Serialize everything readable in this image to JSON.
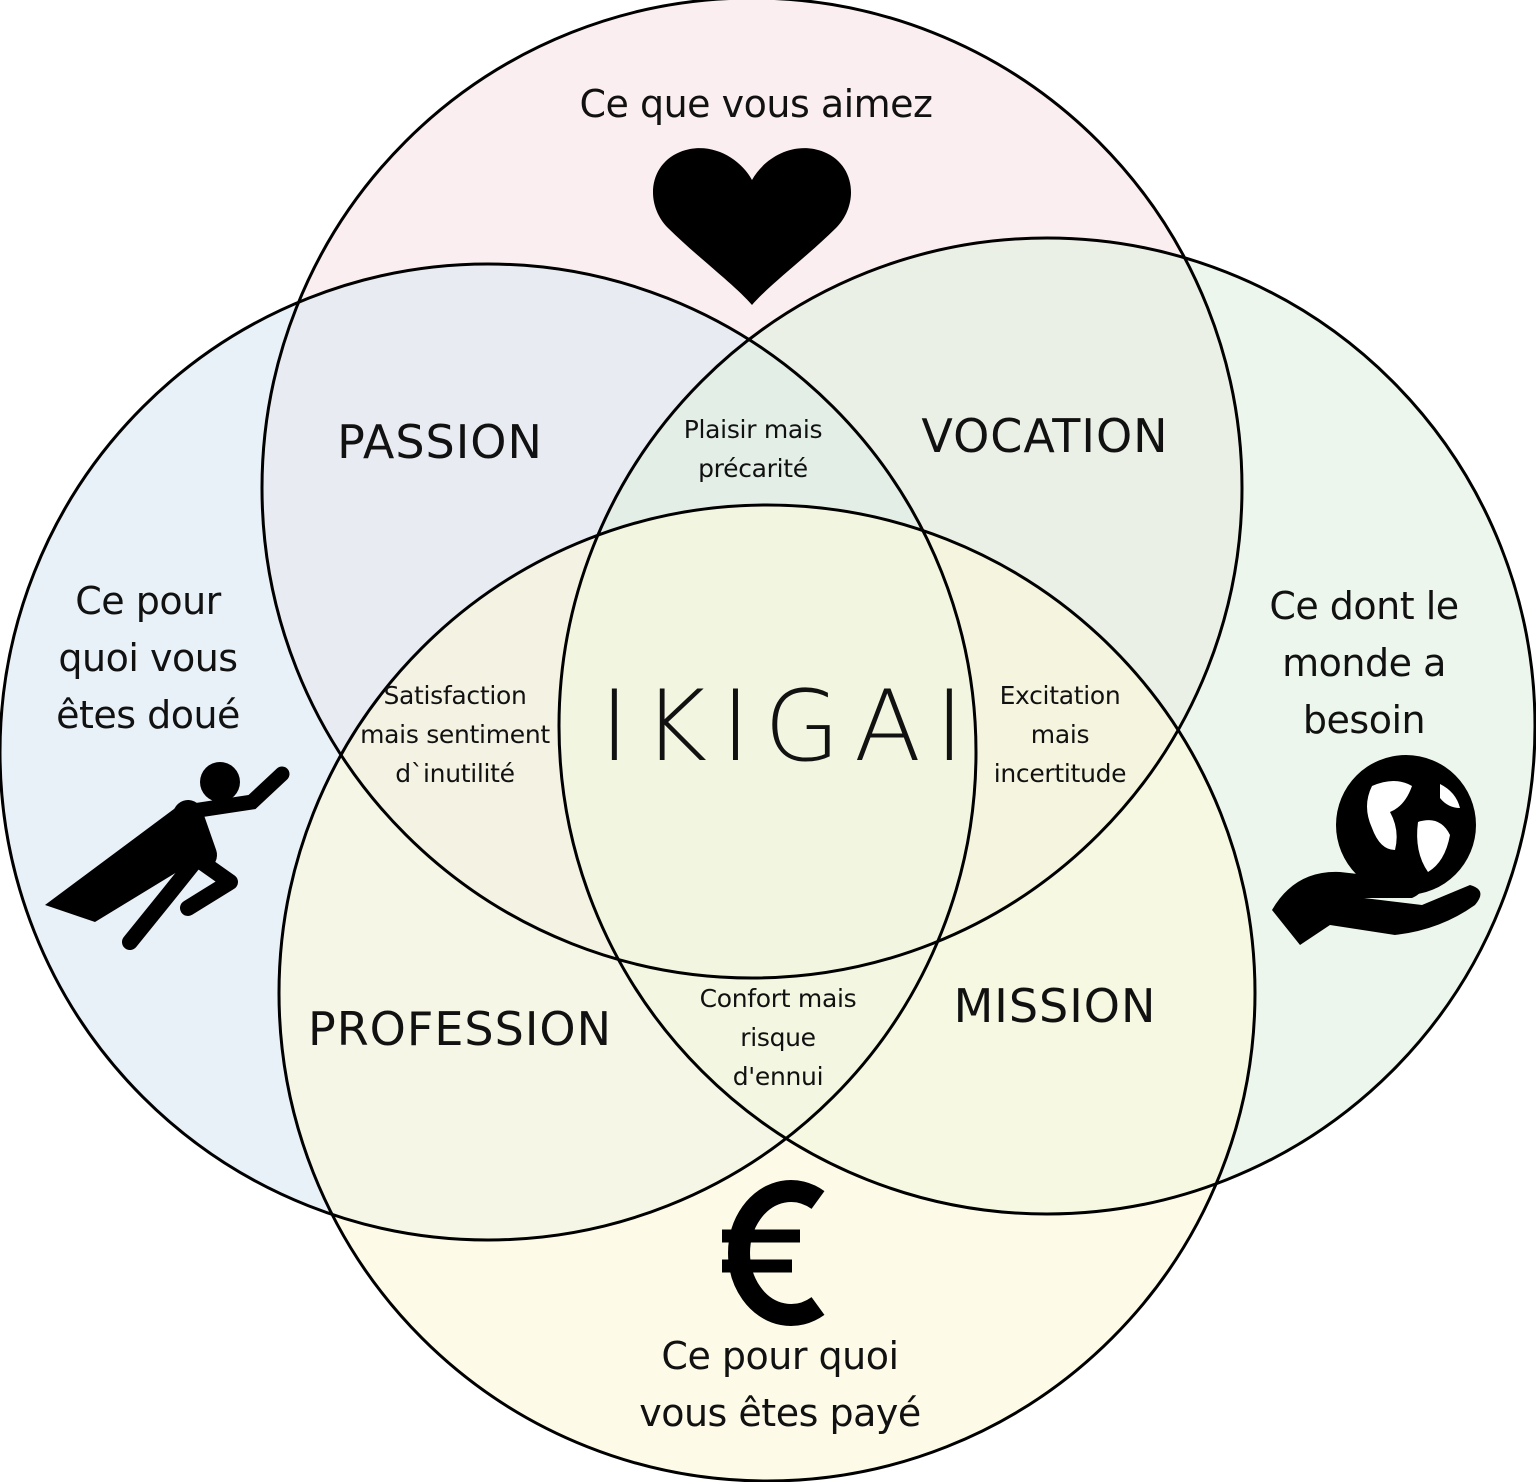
{
  "colors": {
    "circle_top": "#f8e3e6",
    "circle_left": "#dce9f4",
    "circle_right": "#e1f0e0",
    "circle_bottom": "#fbf9da",
    "stroke": "#000000"
  },
  "circles": {
    "top_label": "Ce que vous aimez",
    "left_label": "Ce pour\nquoi vous\nêtes doué",
    "right_label": "Ce dont le\nmonde a\nbesoin",
    "bottom_label": "Ce pour quoi\nvous êtes payé"
  },
  "zones": {
    "passion": "PASSION",
    "vocation": "VOCATION",
    "profession": "PROFESSION",
    "mission": "MISSION"
  },
  "tensions": {
    "top": "Plaisir mais\nprécarité",
    "left": "Satisfaction\nmais sentiment\nd`inutilité",
    "right": "Excitation\nmais\nincertitude",
    "bottom": "Confort mais\nrisque\nd'ennui"
  },
  "center": "IKIGAI",
  "icons": {
    "top": "heart-icon",
    "left": "superhero-icon",
    "right": "globe-in-hand-icon",
    "bottom": "euro-icon"
  }
}
